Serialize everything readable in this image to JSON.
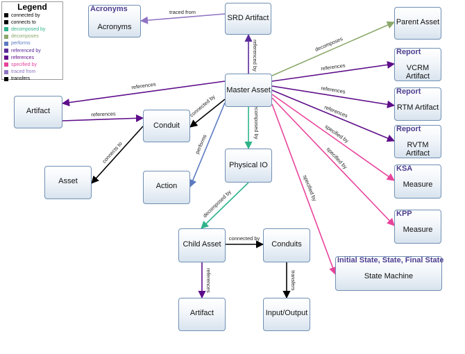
{
  "legend": {
    "title": "Legend",
    "items": [
      {
        "label": "connected by",
        "color": "#000000"
      },
      {
        "label": "connects to",
        "color": "#000000"
      },
      {
        "label": "decomposed by",
        "color": "#2fb38b"
      },
      {
        "label": "decomposes",
        "color": "#8aa86a"
      },
      {
        "label": "performs",
        "color": "#5b7ac0"
      },
      {
        "label": "referenced by",
        "color": "#5a2a9a"
      },
      {
        "label": "references",
        "color": "#5e0e8a"
      },
      {
        "label": "specified by",
        "color": "#e8439b"
      },
      {
        "label": "traced from",
        "color": "#8f74c4"
      },
      {
        "label": "transfers",
        "color": "#000000"
      }
    ]
  },
  "nodes": {
    "acronyms": {
      "title": "Acronyms",
      "label": "Acronyms"
    },
    "srd_artifact": {
      "label": "SRD Artifact"
    },
    "parent_asset": {
      "label": "Parent Asset"
    },
    "vcrm_artifact": {
      "title": "Report",
      "label": "VCRM Artifact"
    },
    "master_asset": {
      "label": "Master Asset"
    },
    "rtm_artifact": {
      "title": "Report",
      "label": "RTM Artifact"
    },
    "rvtm_artifact": {
      "title": "Report",
      "label": "RVTM Artifact"
    },
    "artifact_left": {
      "label": "Artifact"
    },
    "conduit": {
      "label": "Conduit"
    },
    "physical_io": {
      "label": "Physical IO"
    },
    "ksa_measure": {
      "title": "KSA",
      "label": "Measure"
    },
    "asset": {
      "label": "Asset"
    },
    "action": {
      "label": "Action"
    },
    "kpp_measure": {
      "title": "KPP",
      "label": "Measure"
    },
    "child_asset": {
      "label": "Child Asset"
    },
    "conduits": {
      "label": "Conduits"
    },
    "state_machine": {
      "title": "Initial State, State, Final State",
      "label": "State Machine"
    },
    "artifact_bottom": {
      "label": "Artifact"
    },
    "input_output": {
      "label": "Input/Output"
    }
  },
  "edges": {
    "traced_from": {
      "label": "traced from",
      "color": "#8f74c4"
    },
    "referenced_by_srd": {
      "label": "referenced by",
      "color": "#5a2a9a"
    },
    "decomposes_parent": {
      "label": "decomposes",
      "color": "#8aa86a"
    },
    "references_vcrm": {
      "label": "references",
      "color": "#5e0e8a"
    },
    "references_rtm": {
      "label": "references",
      "color": "#5e0e8a"
    },
    "references_rvtm": {
      "label": "references",
      "color": "#5e0e8a"
    },
    "references_artifact_left": {
      "label": "references",
      "color": "#5e0e8a"
    },
    "references_conduit": {
      "label": "references",
      "color": "#5e0e8a"
    },
    "connected_by_conduit": {
      "label": "connected by",
      "color": "#000000"
    },
    "decomposed_by_physical": {
      "label": "decomposed by",
      "color": "#2fb38b"
    },
    "specified_by_ksa": {
      "label": "specified by",
      "color": "#e8439b"
    },
    "specified_by_kpp": {
      "label": "specified by",
      "color": "#e8439b"
    },
    "specified_by_state": {
      "label": "specified by",
      "color": "#e8439b"
    },
    "connects_to_asset": {
      "label": "connects to",
      "color": "#000000"
    },
    "performs_action": {
      "label": "performs",
      "color": "#5b7ac0"
    },
    "decomposed_by_child": {
      "label": "decomposed by",
      "color": "#2fb38b"
    },
    "connected_by_conduits": {
      "label": "connected by",
      "color": "#000000"
    },
    "references_artifact_bottom": {
      "label": "references",
      "color": "#5e0e8a"
    },
    "transfers_io": {
      "label": "transfers",
      "color": "#000000"
    }
  }
}
